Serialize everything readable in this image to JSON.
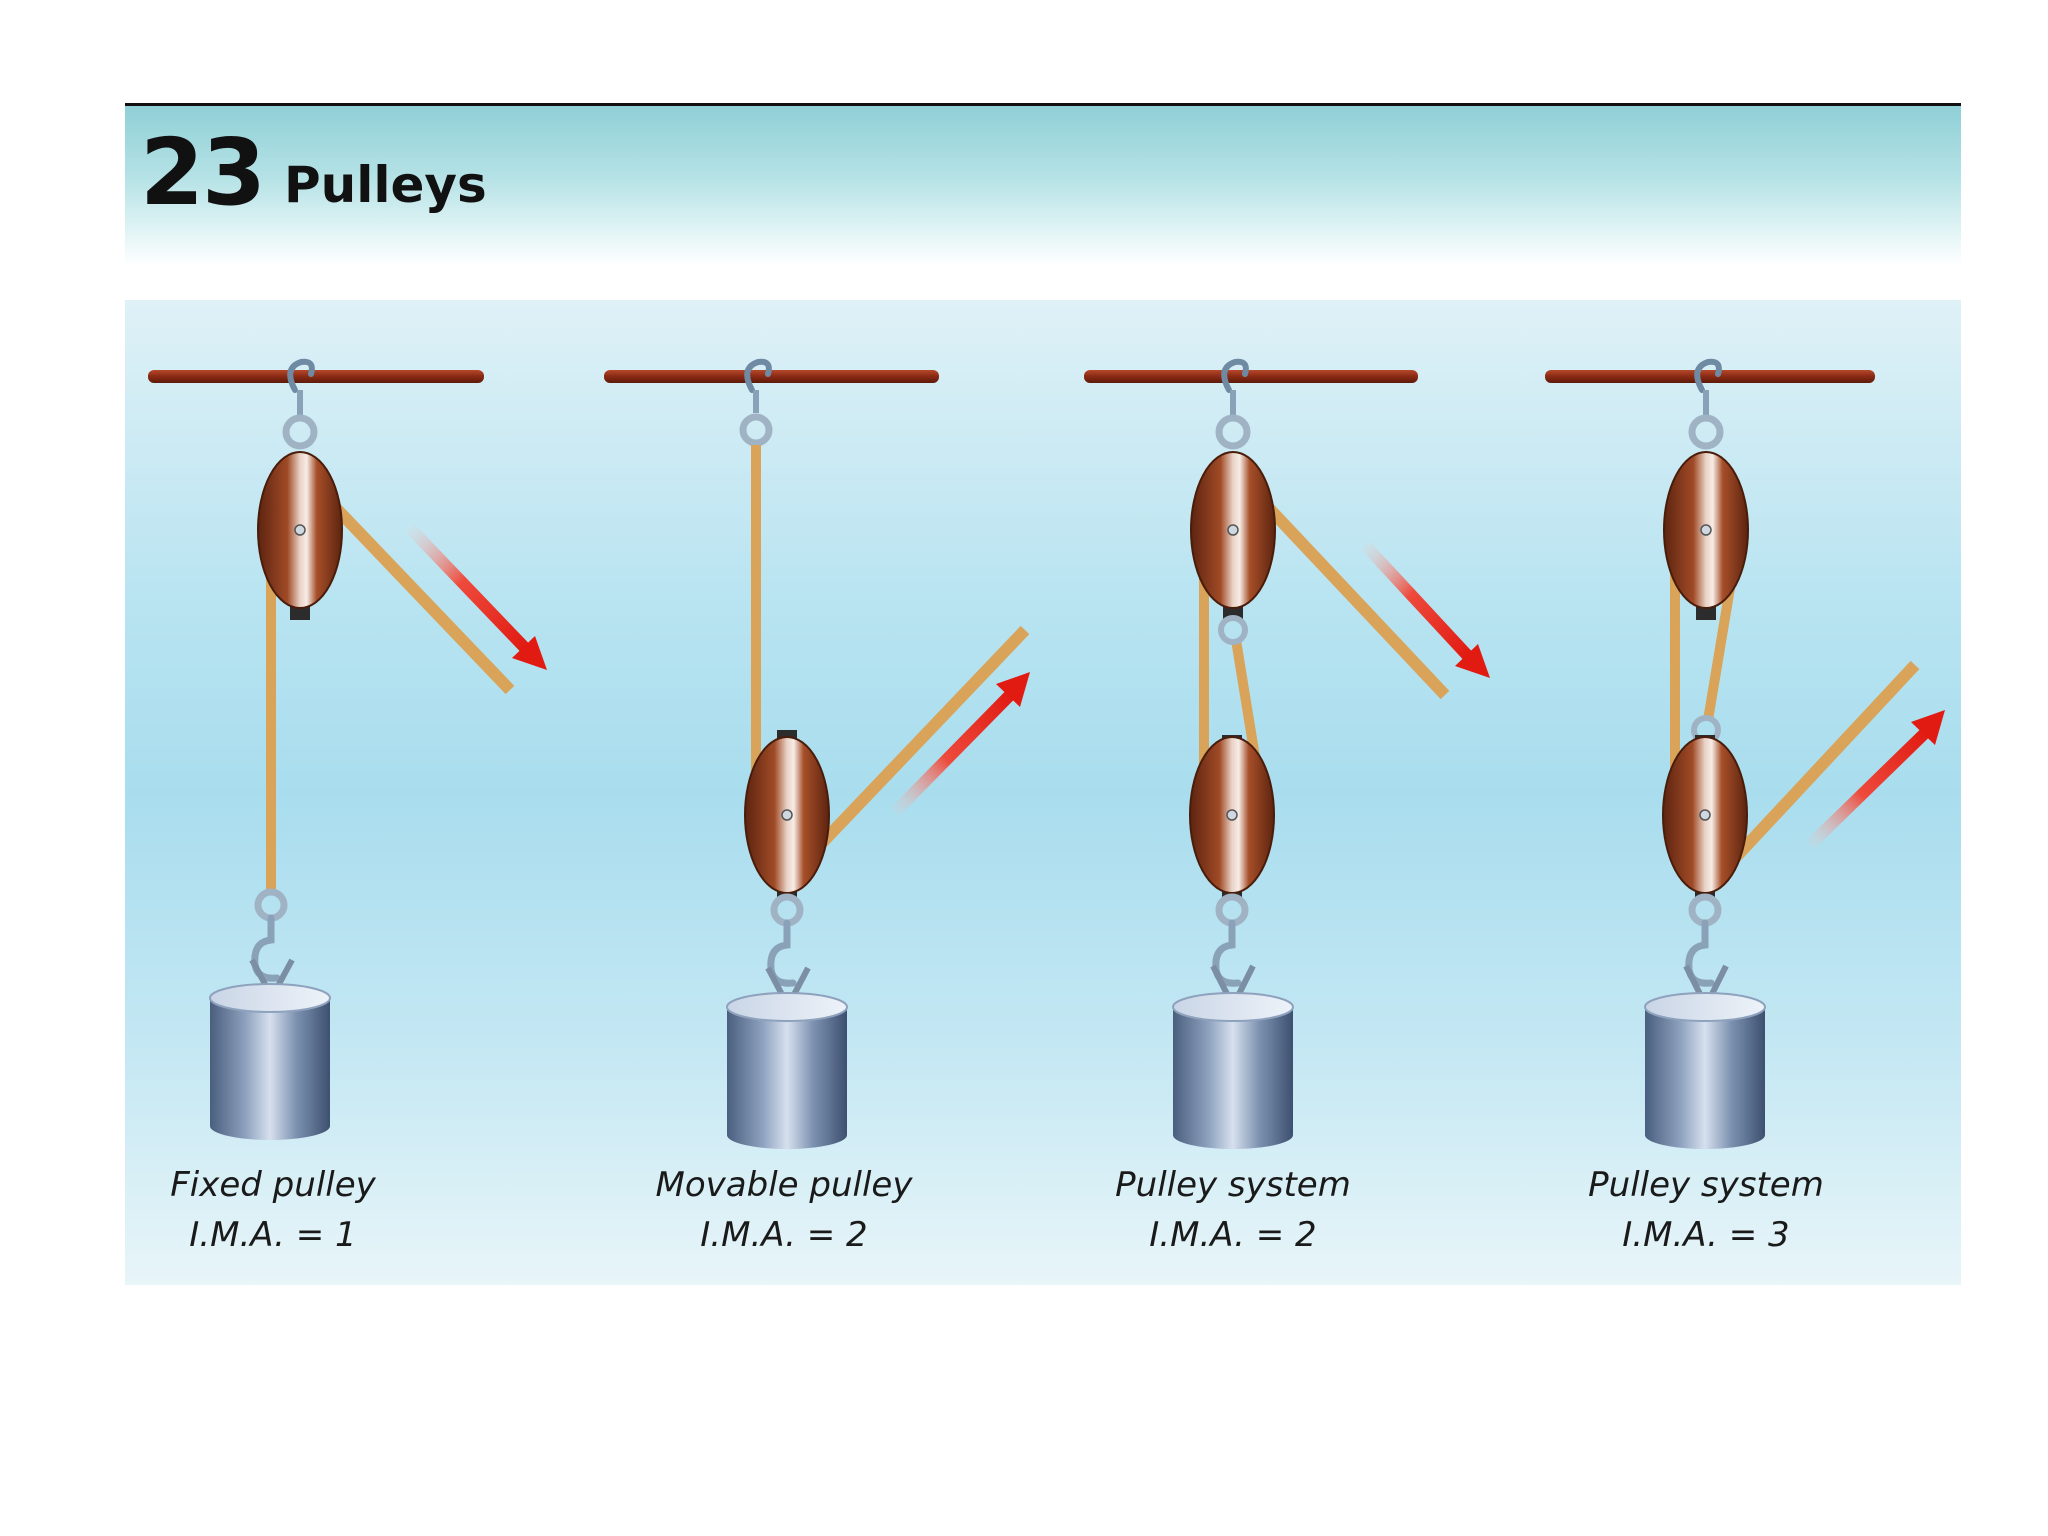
{
  "header": {
    "chapter_number": "23",
    "title": "Pulleys"
  },
  "panels": [
    {
      "name": "Fixed pulley",
      "ima": "I.M.A. = 1"
    },
    {
      "name": "Movable pulley",
      "ima": "I.M.A. = 2"
    },
    {
      "name": "Pulley system",
      "ima": "I.M.A. = 2"
    },
    {
      "name": "Pulley system",
      "ima": "I.M.A. = 3"
    }
  ],
  "colors": {
    "ceiling_beam": "#8a2a14",
    "rope": "#d9a45a",
    "pulley_wheel": "#8b3a1c",
    "hardware": "#9fb3c4",
    "weight": "#6f86a6",
    "arrow": "#e8241b"
  },
  "icons": [
    "hook-icon",
    "pulley-wheel-icon",
    "weight-cylinder-icon",
    "force-arrow-icon"
  ]
}
